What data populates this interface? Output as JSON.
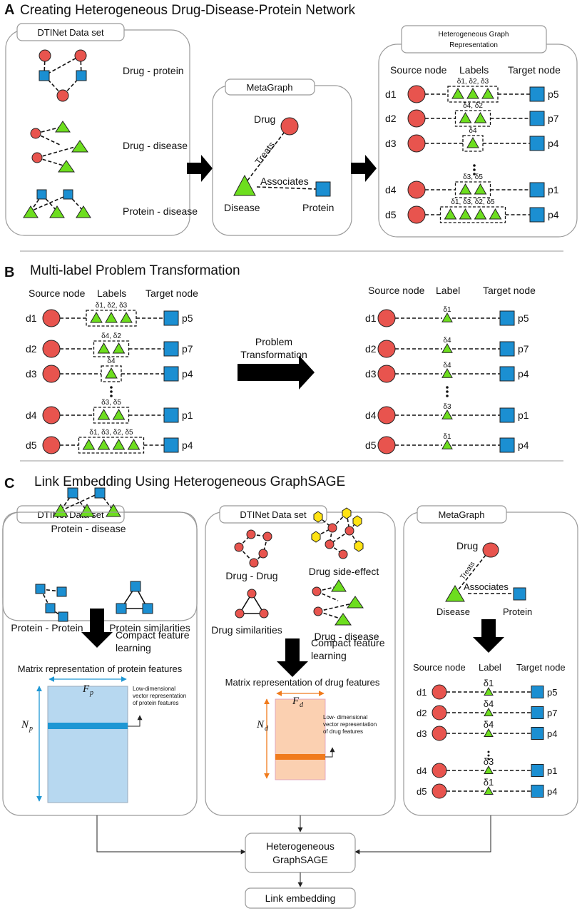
{
  "sectionA": {
    "letter": "A",
    "title": "Creating Heterogeneous Drug-Disease-Protein Network",
    "dataset_tab": "DTINet Data set",
    "drug_protein": "Drug - protein",
    "drug_disease": "Drug - disease",
    "protein_disease": "Protein - disease",
    "metagraph_tab": "MetaGraph",
    "mg_drug": "Drug",
    "mg_treats": "Treats",
    "mg_associates": "Associates",
    "mg_disease": "Disease",
    "mg_protein": "Protein",
    "hg_tab_line1": "Heterogeneous Graph",
    "hg_tab_line2": "Representation",
    "source_node": "Source node",
    "labels": "Labels",
    "target_node": "Target node",
    "rows": [
      {
        "src": "d1",
        "lab": "δ1, δ2, δ3",
        "tgt": "p5"
      },
      {
        "src": "d2",
        "lab": "δ4, δ2",
        "tgt": "p7"
      },
      {
        "src": "d3",
        "lab": "δ4",
        "tgt": "p4"
      },
      {
        "src": "d4",
        "lab": "δ3, δ5",
        "tgt": "p1"
      },
      {
        "src": "d5",
        "lab": "δ1, δ3, δ2, δ5",
        "tgt": "p4"
      }
    ]
  },
  "sectionB": {
    "letter": "B",
    "title": "Multi-label Problem Transformation",
    "source_node": "Source node",
    "labels": "Labels",
    "label": "Label",
    "target_node": "Target node",
    "arrow_line1": "Problem",
    "arrow_line2": "Transformation",
    "rows": [
      {
        "src": "d1",
        "lab": "δ1, δ2, δ3",
        "tgt": "p5"
      },
      {
        "src": "d2",
        "lab": "δ4, δ2",
        "tgt": "p7"
      },
      {
        "src": "d3",
        "lab": "δ4",
        "tgt": "p4"
      },
      {
        "src": "d4",
        "lab": "δ3, δ5",
        "tgt": "p1"
      },
      {
        "src": "d5",
        "lab": "δ1, δ3, δ2, δ5",
        "tgt": "p4"
      }
    ],
    "single_rows": [
      {
        "src": "d1",
        "lab": "δ1",
        "tgt": "p5"
      },
      {
        "src": "d2",
        "lab": "δ4",
        "tgt": "p7"
      },
      {
        "src": "d3",
        "lab": "δ4",
        "tgt": "p4"
      },
      {
        "src": "d4",
        "lab": "δ3",
        "tgt": "p1"
      },
      {
        "src": "d5",
        "lab": "δ1",
        "tgt": "p4"
      }
    ]
  },
  "sectionC": {
    "letter": "C",
    "title": "Link Embedding Using Heterogeneous GraphSAGE",
    "left_tab": "DTINet Data set",
    "protein_disease": "Protein - disease",
    "protein_protein": "Protein - Protein",
    "protein_similarities": "Protein similarities",
    "compact_line1": "Compact feature",
    "compact_line2": "learning",
    "protein_matrix_title": "Matrix representation of protein features",
    "fp": "F",
    "fp_sub": "p",
    "np": "N",
    "np_sub": "p",
    "protein_lowdim_line1": "Low-dimensional",
    "protein_lowdim_line2": "vector representation",
    "protein_lowdim_line3": "of protein features",
    "mid_tab": "DTINet Data set",
    "drug_drug": "Drug - Drug",
    "drug_side_effect": "Drug side-effect",
    "drug_similarities": "Drug similarities",
    "drug_disease": "Drug - disease",
    "drug_matrix_title": "Matrix representation of drug features",
    "fd": "F",
    "fd_sub": "d",
    "nd": "N",
    "nd_sub": "d",
    "drug_lowdim_line1": "Low- dimensional",
    "drug_lowdim_line2": "vector representation",
    "drug_lowdim_line3": "of drug features",
    "right_tab": "MetaGraph",
    "mg_drug": "Drug",
    "mg_treats": "Treats",
    "mg_associates": "Associates",
    "mg_disease": "Disease",
    "mg_protein": "Protein",
    "source_node": "Source node",
    "label": "Label",
    "target_node": "Target node",
    "rows": [
      {
        "src": "d1",
        "lab": "δ1",
        "tgt": "p5"
      },
      {
        "src": "d2",
        "lab": "δ4",
        "tgt": "p7"
      },
      {
        "src": "d3",
        "lab": "δ4",
        "tgt": "p4"
      },
      {
        "src": "d4",
        "lab": "δ3",
        "tgt": "p1"
      },
      {
        "src": "d5",
        "lab": "δ1",
        "tgt": "p4"
      }
    ],
    "graphsage_line1": "Heterogeneous",
    "graphsage_line2": "GraphSAGE",
    "link_embedding": "Link embedding"
  },
  "colors": {
    "drug": "#e8544e",
    "protein": "#1b8fd2",
    "disease": "#6dde1e",
    "side_effect": "#ffe312",
    "protein_matrix": "#b7d8f0",
    "protein_band": "#1e97d4",
    "drug_matrix": "#fbd0b1",
    "drug_band": "#f07b1d"
  }
}
